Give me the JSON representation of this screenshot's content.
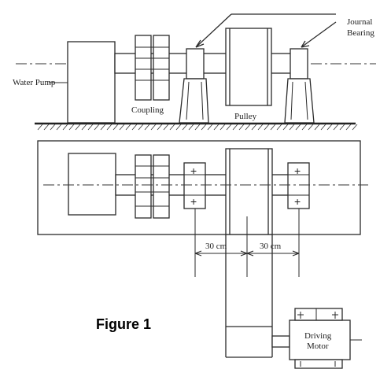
{
  "labels": {
    "water_pump": "Water Pump",
    "coupling": "Coupling",
    "pulley": "Pulley",
    "journal_bearing_line1": "Journal",
    "journal_bearing_line2": "Bearing",
    "dim_left": "30 cm",
    "dim_right": "30 cm",
    "driving_motor_line1": "Driving",
    "driving_motor_line2": "Motor",
    "figure_caption": "Figure 1",
    "bearing_mark": "+"
  }
}
